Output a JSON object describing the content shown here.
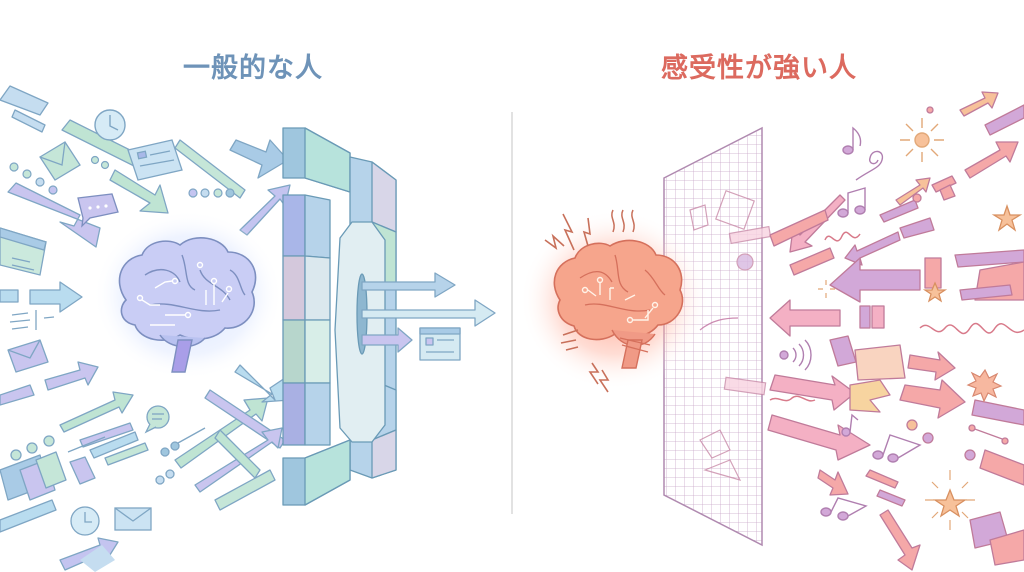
{
  "panels": {
    "left": {
      "title": "一般的な人",
      "title_color": "#6e93b8",
      "meaning": "typical person",
      "brain": {
        "state": "calm",
        "glow_color": "#cfe0ff",
        "fill": "#c9cdf5",
        "stroke": "#7d8fc0"
      },
      "filter": {
        "type": "thick block wall with central opening",
        "colors": [
          "#9fc6de",
          "#b7e3dc",
          "#a9b6e8",
          "#d6d6e8"
        ]
      },
      "outputs": [
        "arrow",
        "arrow",
        "arrow",
        "document-card"
      ],
      "stimuli_icons": [
        "clock-icon",
        "envelope-icon",
        "document-icon",
        "chat-bubble-icon",
        "dots-icon",
        "arrow-icon",
        "browser-window-icon",
        "list-icon"
      ],
      "palette": [
        "#a8c8e8",
        "#b9e4d0",
        "#c4c4f0"
      ]
    },
    "right": {
      "title": "感受性が強い人",
      "title_color": "#dc6a5f",
      "meaning": "highly sensitive person",
      "brain": {
        "state": "overloaded",
        "glow_color": "#ff9b85",
        "fill": "#f6a58c",
        "stroke": "#d5705c"
      },
      "filter": {
        "type": "thin mesh grid",
        "colors": [
          "#c9a8c9"
        ]
      },
      "stimuli_icons": [
        "music-note-icon",
        "sun-icon",
        "spiral-icon",
        "star-icon",
        "burst-icon",
        "wave-icon",
        "sound-waves-icon",
        "lightning-icon",
        "heat-waves-icon",
        "arrow-icon"
      ],
      "palette": [
        "#f5a8a8",
        "#f7c19a",
        "#d2a8d8",
        "#f4b0c4"
      ]
    }
  }
}
